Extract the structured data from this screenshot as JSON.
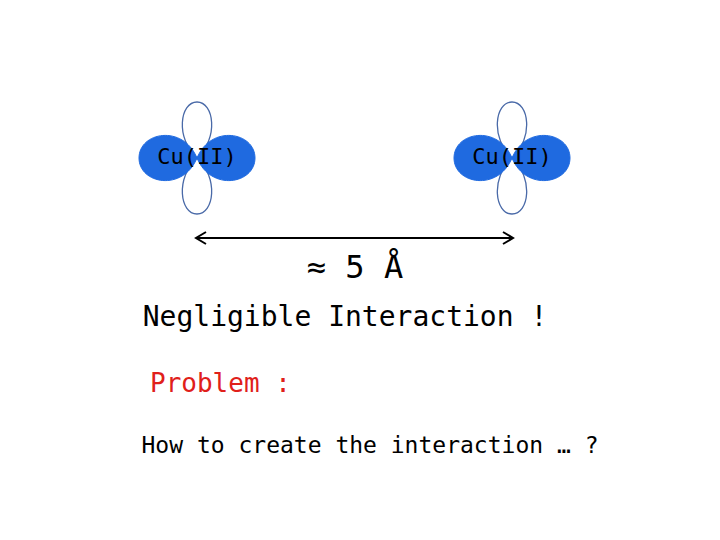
{
  "diagram": {
    "nodes": [
      {
        "text": [
          "Cu(II)"
        ]
      },
      {
        "text": [
          "Cu(II)"
        ]
      }
    ],
    "labels": [
      "≈ 5 Å",
      "Negligible Interaction !",
      "Problem :",
      "How to create the interaction … ?"
    ]
  }
}
